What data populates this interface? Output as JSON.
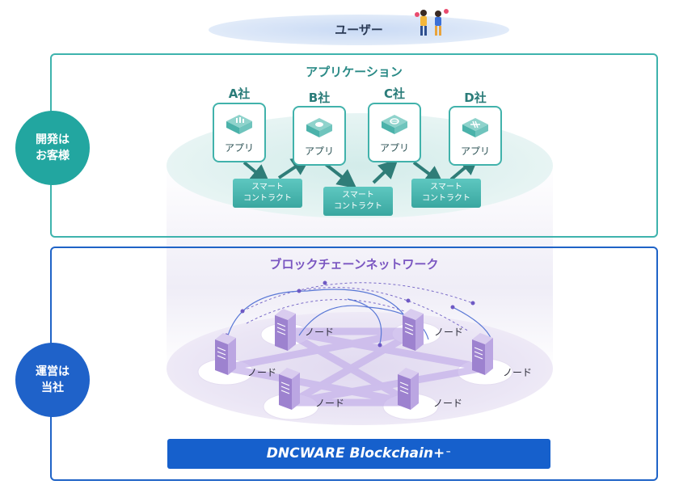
{
  "user_layer": {
    "label": "ユーザー"
  },
  "application": {
    "title": "アプリケーション",
    "companies": [
      {
        "name": "A社",
        "app_label": "アプリ"
      },
      {
        "name": "B社",
        "app_label": "アプリ"
      },
      {
        "name": "C社",
        "app_label": "アプリ"
      },
      {
        "name": "D社",
        "app_label": "アプリ"
      }
    ],
    "smart_contracts": [
      {
        "line1": "スマート",
        "line2": "コントラクト"
      },
      {
        "line1": "スマート",
        "line2": "コントラクト"
      },
      {
        "line1": "スマート",
        "line2": "コントラクト"
      }
    ]
  },
  "blockchain": {
    "title": "ブロックチェーンネットワーク",
    "nodes": [
      "ノード",
      "ノード",
      "ノード",
      "ノード",
      "ノード",
      "ノード"
    ]
  },
  "product": {
    "name": "DNCWARE Blockchain+",
    "trademark": "™"
  },
  "side_labels": {
    "developer": {
      "line1": "開発は",
      "line2": "お客様"
    },
    "operator": {
      "line1": "運営は",
      "line2": "当社"
    }
  },
  "colors": {
    "teal": "#22a6a0",
    "blue": "#1f62c9",
    "purple": "#7a56c1",
    "node_purple": "#a98fd4"
  }
}
